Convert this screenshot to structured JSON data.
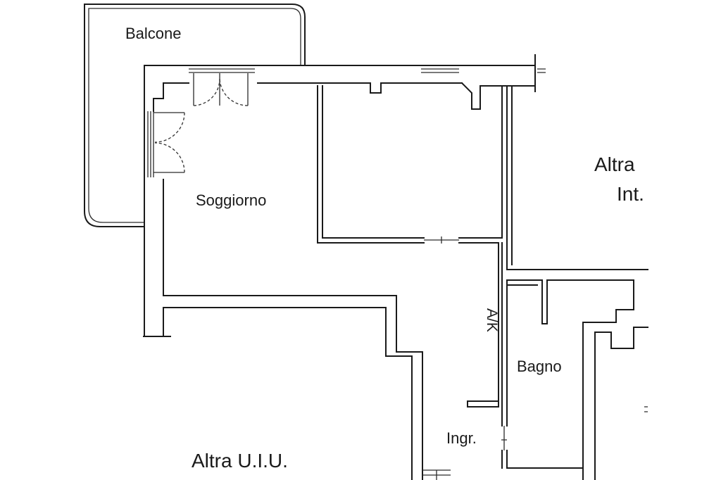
{
  "plan": {
    "rooms": {
      "balcony": "Balcone",
      "living": "Soggiorno",
      "other_unit_right": "Altra",
      "other_unit_right_suffix": "Int.",
      "kitchen": "A/K",
      "bathroom": "Bagno",
      "entrance": "Ingr.",
      "other_unit_bottom": "Altra U.I.U."
    }
  }
}
